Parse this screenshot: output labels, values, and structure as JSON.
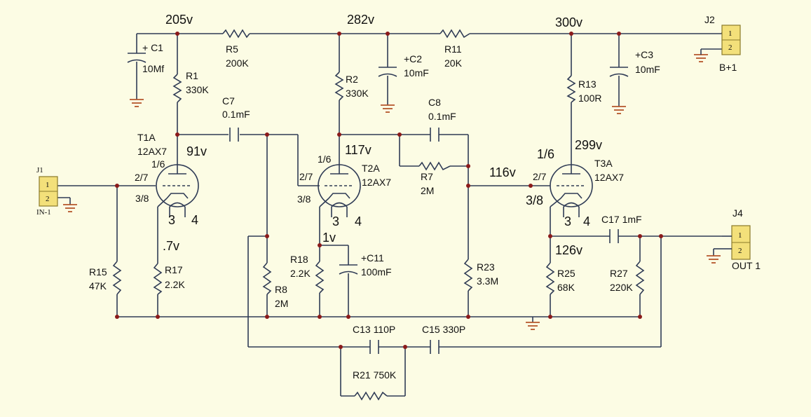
{
  "voltages": {
    "v205": "205v",
    "v282": "282v",
    "v300": "300v",
    "v91": "91v",
    "v117": "117v",
    "v299": "299v",
    "v116": "116v",
    "v07": ".7v",
    "v1": "1v",
    "v126": "126v"
  },
  "components": {
    "c1": "+ C1",
    "c1_val": "10Mf",
    "r5": "R5",
    "r5_val": "200K",
    "r1": "R1",
    "r1_val": "330K",
    "c7": "C7",
    "c7_val": "0.1mF",
    "r2": "R2",
    "r2_val": "330K",
    "c2": "+C2",
    "c2_val": "10mF",
    "r11": "R11",
    "r11_val": "20K",
    "c8": "C8",
    "c8_val": "0.1mF",
    "r13": "R13",
    "r13_val": "100R",
    "c3": "+C3",
    "c3_val": "10mF",
    "r7": "R7",
    "r7_val": "2M",
    "r18": "R18",
    "r18_val": "2.2K",
    "c11": "+C11",
    "c11_val": "100mF",
    "r23": "R23",
    "r23_val": "3.3M",
    "c17": "C17 1mF",
    "r25": "R25",
    "r25_val": "68K",
    "r27": "R27",
    "r27_val": "220K",
    "r15": "R15",
    "r15_val": "47K",
    "r17": "R17",
    "r17_val": "2.2K",
    "r8": "R8",
    "r8_val": "2M",
    "c13": "C13 110P",
    "c15": "C15 330P",
    "r21": "R21 750K"
  },
  "tubes": {
    "t1": "T1A",
    "t1_type": "12AX7",
    "t2": "T2A",
    "t2_type": "12AX7",
    "t3": "T3A",
    "t3_type": "12AX7",
    "pin16": "1/6",
    "pin27": "2/7",
    "pin38": "3/8",
    "pin3": "3",
    "pin4": "4"
  },
  "connectors": {
    "j1": "J1",
    "j1_label": "IN-1",
    "j2": "J2",
    "j2_label": "B+1",
    "j4": "J4",
    "j4_label": "OUT 1",
    "pin1": "1",
    "pin2": "2"
  }
}
